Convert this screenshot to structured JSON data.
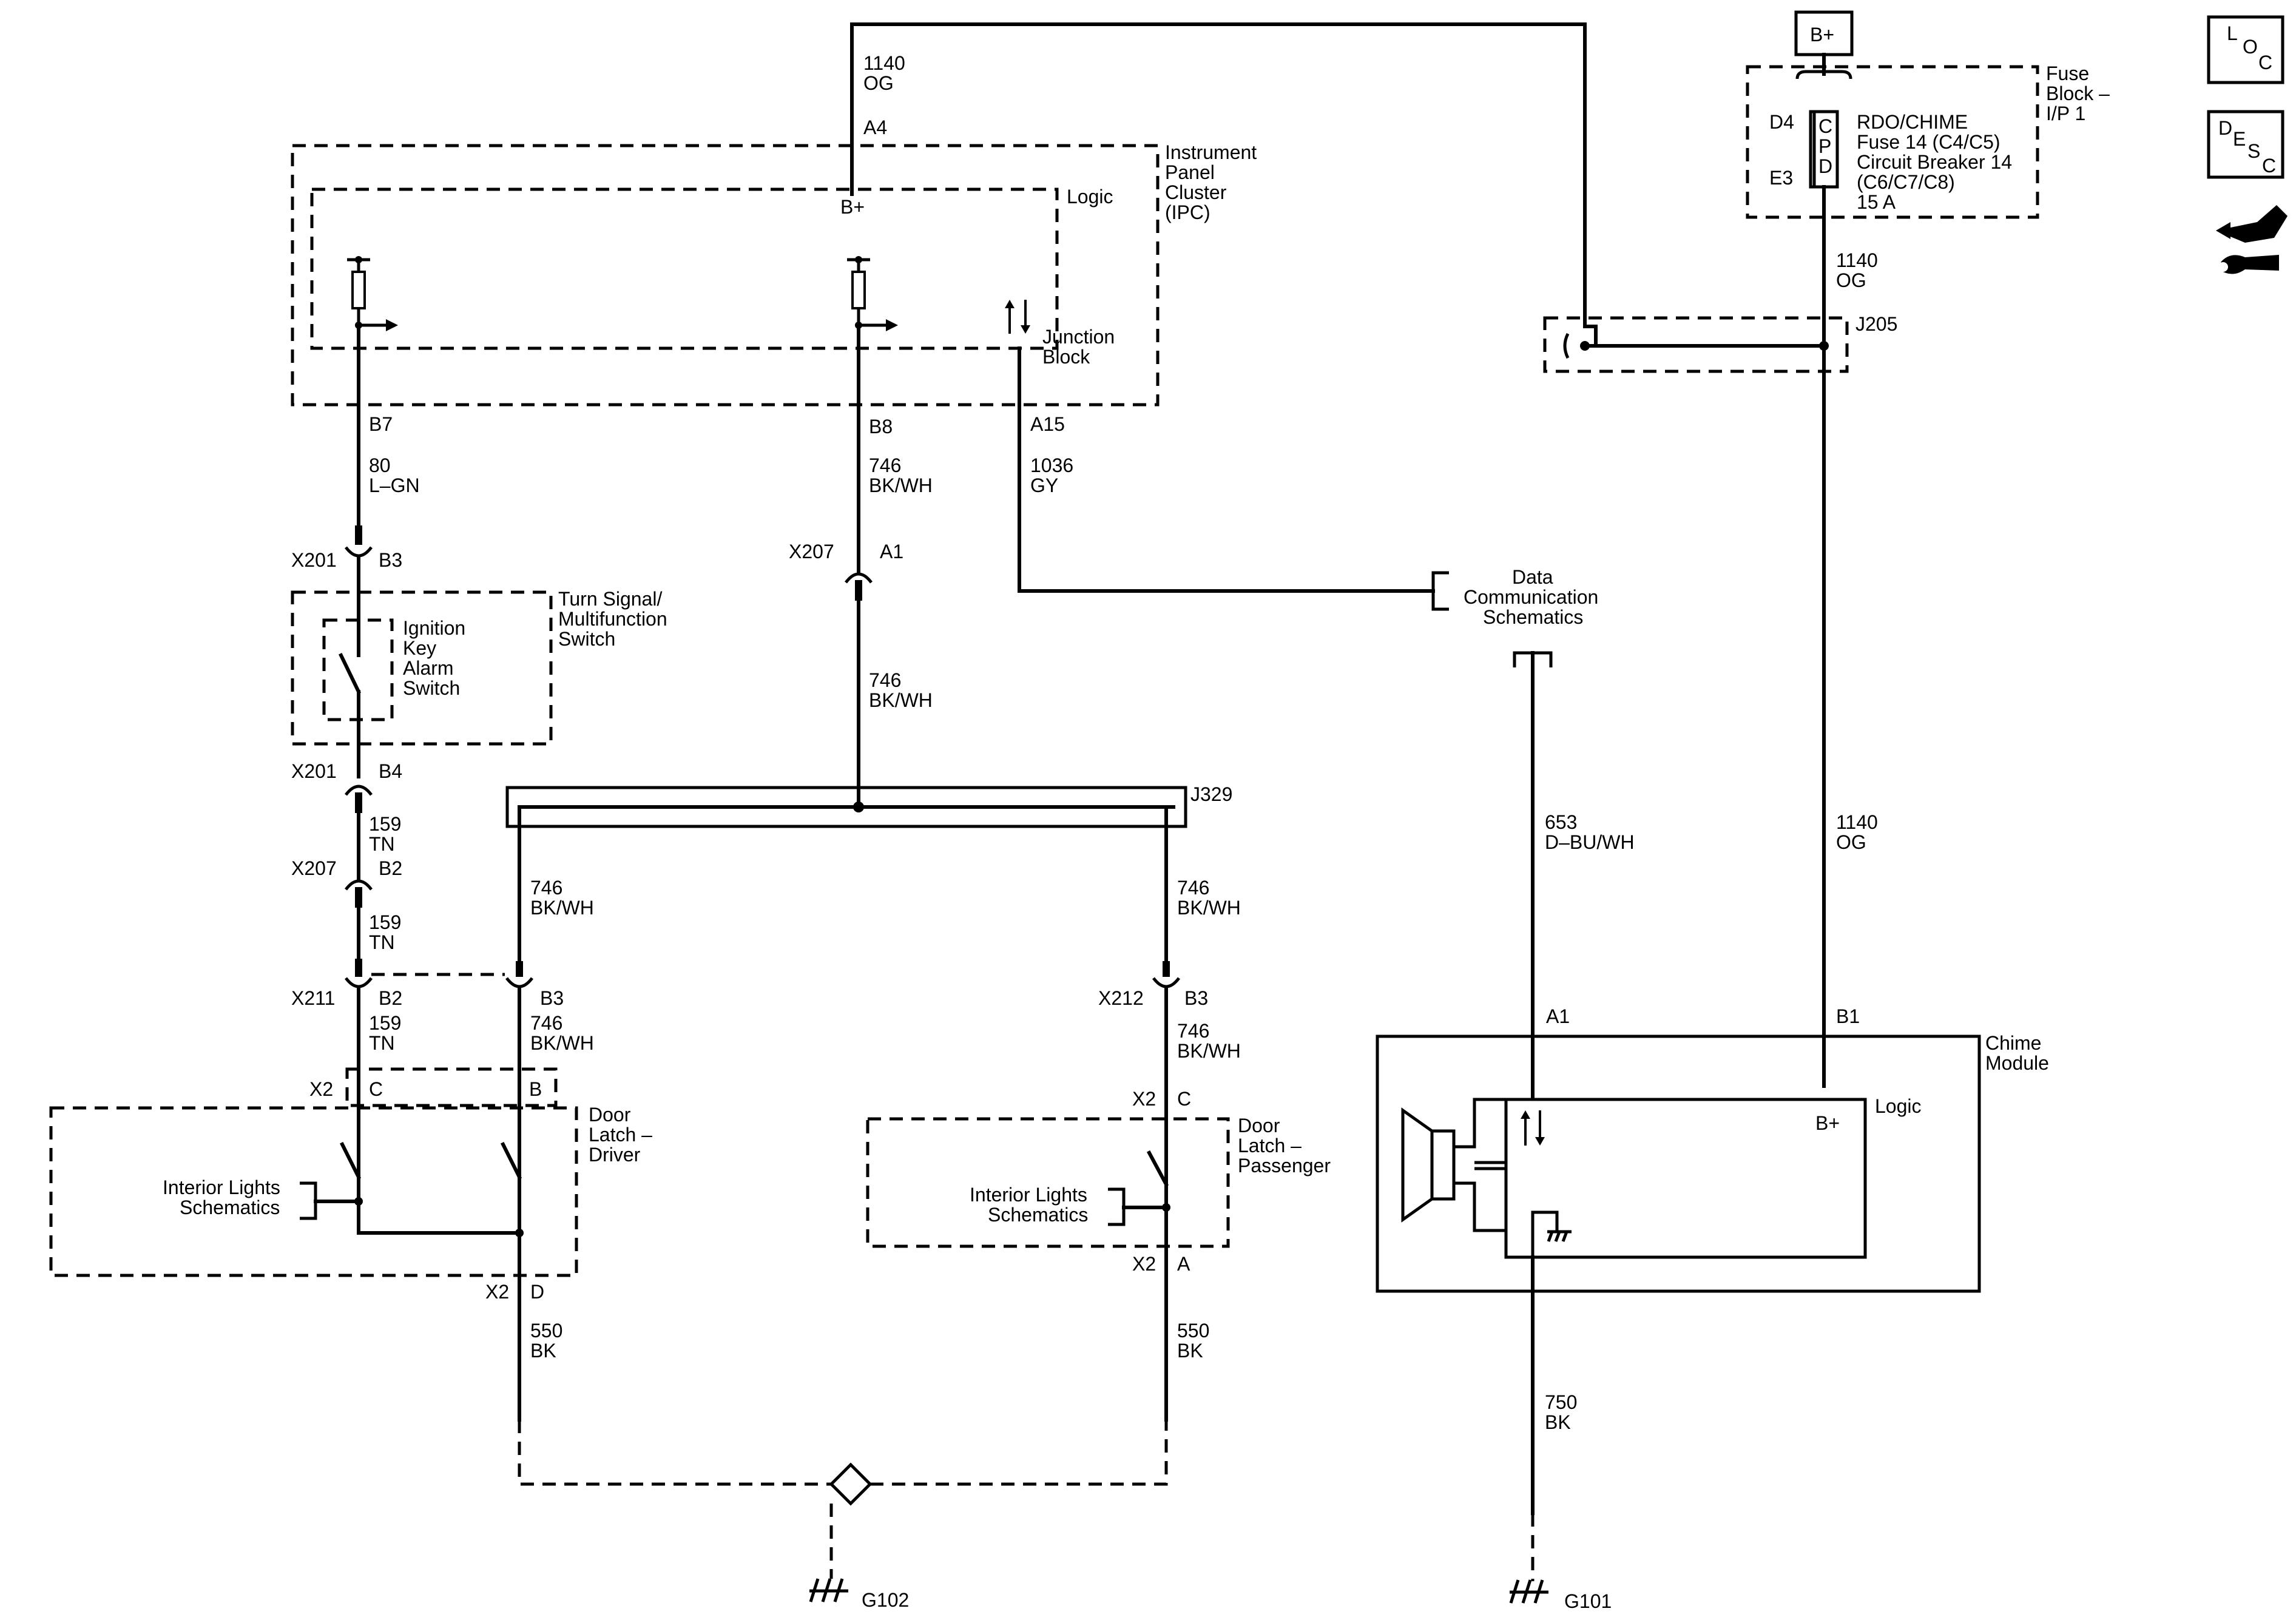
{
  "components": {
    "ipc": [
      "Instrument",
      "Panel",
      "Cluster",
      "(IPC)"
    ],
    "ipc_logic": "Logic",
    "ipc_bplus": "B+",
    "junction_block": [
      "Junction",
      "Block"
    ],
    "fuse_block": [
      "Fuse",
      "Block –",
      "I/P 1"
    ],
    "fuse_desc": [
      "RDO/CHIME",
      "Fuse 14 (C4/C5)",
      "Circuit Breaker 14",
      "(C6/C7/C8)",
      "15 A"
    ],
    "fuse_cpd": [
      "C",
      "P",
      "D"
    ],
    "battery": "B+",
    "turn_signal_switch": [
      "Turn Signal/",
      "Multifunction",
      "Switch"
    ],
    "ignition_key_switch": [
      "Ignition",
      "Key",
      "Alarm",
      "Switch"
    ],
    "data_comm": [
      "Data",
      "Communication",
      "Schematics"
    ],
    "door_latch_driver": [
      "Door",
      "Latch –",
      "Driver"
    ],
    "door_latch_passenger": [
      "Door",
      "Latch –",
      "Passenger"
    ],
    "interior_lights_driver": [
      "Interior Lights",
      "Schematics"
    ],
    "interior_lights_passenger": [
      "Interior Lights",
      "Schematics"
    ],
    "chime_module": [
      "Chime",
      "Module"
    ],
    "chime_logic": "Logic",
    "chime_bplus": "B+"
  },
  "wires": {
    "w1140_top": [
      "1140",
      "OG"
    ],
    "w80": [
      "80",
      "L–GN"
    ],
    "w746_ipc": [
      "746",
      "BK/WH"
    ],
    "w1036": [
      "1036",
      "GY"
    ],
    "w746_mid": [
      "746",
      "BK/WH"
    ],
    "w159_a": [
      "159",
      "TN"
    ],
    "w159_b": [
      "159",
      "TN"
    ],
    "w159_c": [
      "159",
      "TN"
    ],
    "w746_drv": [
      "746",
      "BK/WH"
    ],
    "w746_drv2": [
      "746",
      "BK/WH"
    ],
    "w746_pass": [
      "746",
      "BK/WH"
    ],
    "w746_pass2": [
      "746",
      "BK/WH"
    ],
    "w550_drv": [
      "550",
      "BK"
    ],
    "w550_pass": [
      "550",
      "BK"
    ],
    "w1140_fuse": [
      "1140",
      "OG"
    ],
    "w653": [
      "653",
      "D–BU/WH"
    ],
    "w1140_chime": [
      "1140",
      "OG"
    ],
    "w750": [
      "750",
      "BK"
    ]
  },
  "connectors": {
    "a4": "A4",
    "b7": "B7",
    "b8": "B8",
    "a15": "A15",
    "x201_b3": [
      "X201",
      "B3"
    ],
    "x207_a1": [
      "X207",
      "A1"
    ],
    "x201_b4": [
      "X201",
      "B4"
    ],
    "x207_b2": [
      "X207",
      "B2"
    ],
    "x211_b2": [
      "X211",
      "B2"
    ],
    "b3_drv": "B3",
    "x212_b3": [
      "X212",
      "B3"
    ],
    "x2_c_drv": [
      "X2",
      "C"
    ],
    "b_drv": "B",
    "x2_d": [
      "X2",
      "D"
    ],
    "x2_c_pass": [
      "X2",
      "C"
    ],
    "x2_a": [
      "X2",
      "A"
    ],
    "d4": "D4",
    "e3": "E3",
    "a1_chime": "A1",
    "b1_chime": "B1"
  },
  "splices": {
    "j329": "J329",
    "j205": "J205"
  },
  "grounds": {
    "g102": "G102",
    "g101": "G101"
  },
  "side_icons": {
    "loc": [
      "L",
      "O",
      "C"
    ],
    "desc": [
      "D",
      "E",
      "S",
      "C"
    ],
    "tools": "wrench-hand-icon"
  }
}
